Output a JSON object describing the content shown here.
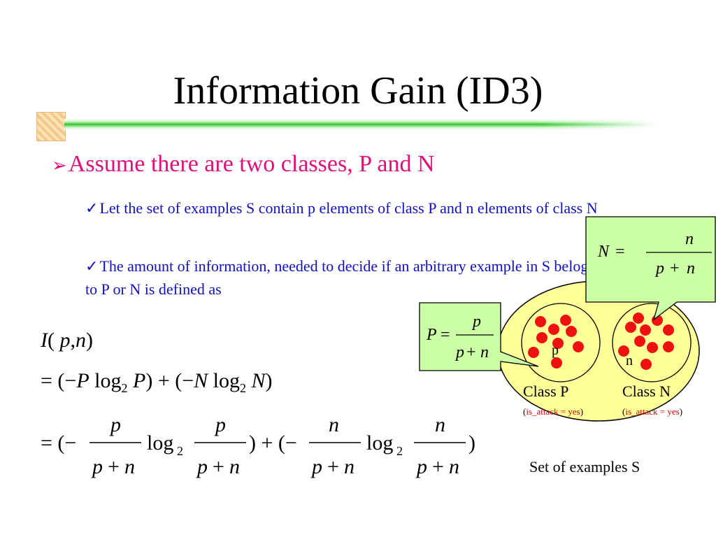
{
  "slide": {
    "title": "Information Gain (ID3)",
    "bullet": "Assume there are two classes, P and N",
    "sub_bullets": [
      "Let the set of examples S contain p elements of class P and n elements of class N",
      "The amount of information, needed to decide if an arbitrary example in S belogns to P or N is defined as"
    ]
  },
  "equations": {
    "line1": "I(p,n)",
    "line2": "= (−P log₂ P) + (−N log₂ N)",
    "line3": "= (− p/(p+n) log₂ p/(p+n)) + (− n/(p+n) log₂ n/(p+n))"
  },
  "callouts": {
    "p_callout": "P = p / (p+n)",
    "n_callout": "N = n / (p+n)"
  },
  "diagram": {
    "p_label": "p",
    "n_label": "n",
    "class_p": "Class P",
    "class_n": "Class N",
    "class_p_note": "is_attack = yes",
    "class_n_note": "is_attack = yes",
    "set_label": "Set of examples S"
  },
  "colors": {
    "title": "#000000",
    "bullet": "#e0107a",
    "sub_bullet": "#1010c0",
    "callout_fill": "#ccffa6",
    "set_fill": "#ffff99",
    "dot": "#ee1111",
    "note": "#dd0000"
  }
}
